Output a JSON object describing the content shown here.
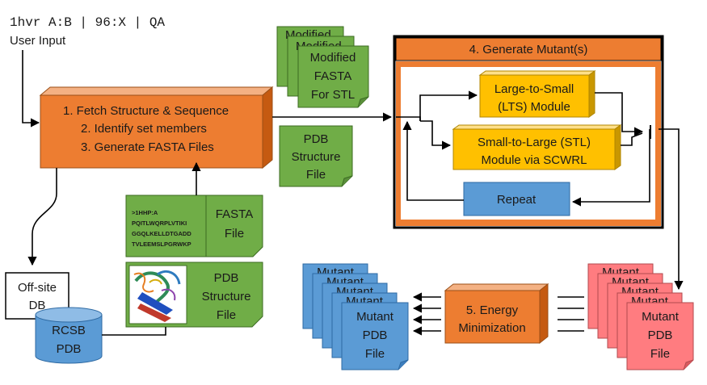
{
  "header": {
    "command": "1hvr A:B | 96:X | QA",
    "user_input": "User Input"
  },
  "fetch_box": {
    "steps": [
      "1.   Fetch Structure & Sequence",
      "2.   Identify set members",
      "3.   Generate FASTA Files"
    ]
  },
  "modified_fasta": {
    "back1": "Modified",
    "back2": "Modified",
    "lines": [
      "Modified",
      "FASTA",
      "For STL"
    ]
  },
  "pdb_structure_file_mid": {
    "lines": [
      "PDB",
      "Structure",
      "File"
    ]
  },
  "fasta_file": {
    "sequence_lines": [
      ">1HHP:A",
      "PQITLWQRPLVTIKI",
      "GGQLKELLDTGADD",
      "TVLEEMSLPGRWKP"
    ],
    "label_lines": [
      "FASTA",
      "File"
    ]
  },
  "pdb_structure_file_low": {
    "lines": [
      "PDB",
      "Structure",
      "File"
    ]
  },
  "offsite_db": {
    "lines": [
      "Off-site",
      "DB"
    ]
  },
  "rcsb_db": {
    "lines": [
      "RCSB",
      "PDB"
    ]
  },
  "generate_mutants": {
    "title": "4. Generate Mutant(s)",
    "lts_lines": [
      "Large-to-Small",
      "(LTS) Module"
    ],
    "stl_lines": [
      "Small-to-Large  (STL)",
      "Module via SCWRL"
    ],
    "repeat": "Repeat"
  },
  "energy_minimization": {
    "lines": [
      "5. Energy",
      "Minimization"
    ]
  },
  "mutant_blue": {
    "back": "Mutant",
    "lines": [
      "Mutant",
      "PDB",
      "File"
    ]
  },
  "mutant_pink": {
    "back": "Mutant",
    "lines": [
      "Mutant",
      "PDB",
      "File"
    ]
  },
  "colors": {
    "orange": "#ED7D31",
    "green": "#70AD47",
    "yellow": "#FFC000",
    "blue": "#5B9BD5",
    "pink": "#FF7C80",
    "frame": "#000000"
  }
}
